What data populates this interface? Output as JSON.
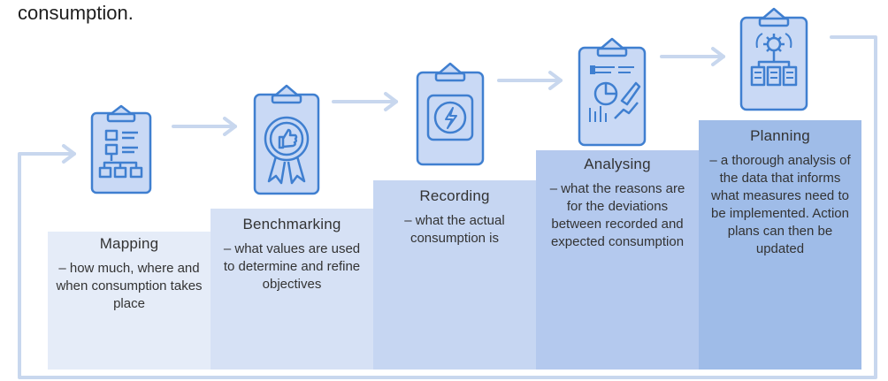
{
  "intro_text": "consumption.",
  "colors": {
    "icon_fill": "#c9d9f5",
    "icon_stroke": "#3f7fd0",
    "arrow": "#c8d7ee"
  },
  "steps": [
    {
      "title": "Mapping",
      "description": "– how much, where and when consumption takes place",
      "icon": "flowchart-clipboard-icon"
    },
    {
      "title": "Benchmarking",
      "description": "– what values are used to determine and refine objectives",
      "icon": "thumbs-up-award-clipboard-icon"
    },
    {
      "title": "Recording",
      "description": "– what the actual consumption is",
      "icon": "energy-meter-clipboard-icon"
    },
    {
      "title": "Analysing",
      "description": "– what the reasons are for the deviations between recorded and expected consumption",
      "icon": "analysis-chart-clipboard-icon"
    },
    {
      "title": "Planning",
      "description": "– a thorough analysis of the data that informs what measures need to be implemented. Action plans can then be updated",
      "icon": "gear-plan-clipboard-icon"
    }
  ]
}
